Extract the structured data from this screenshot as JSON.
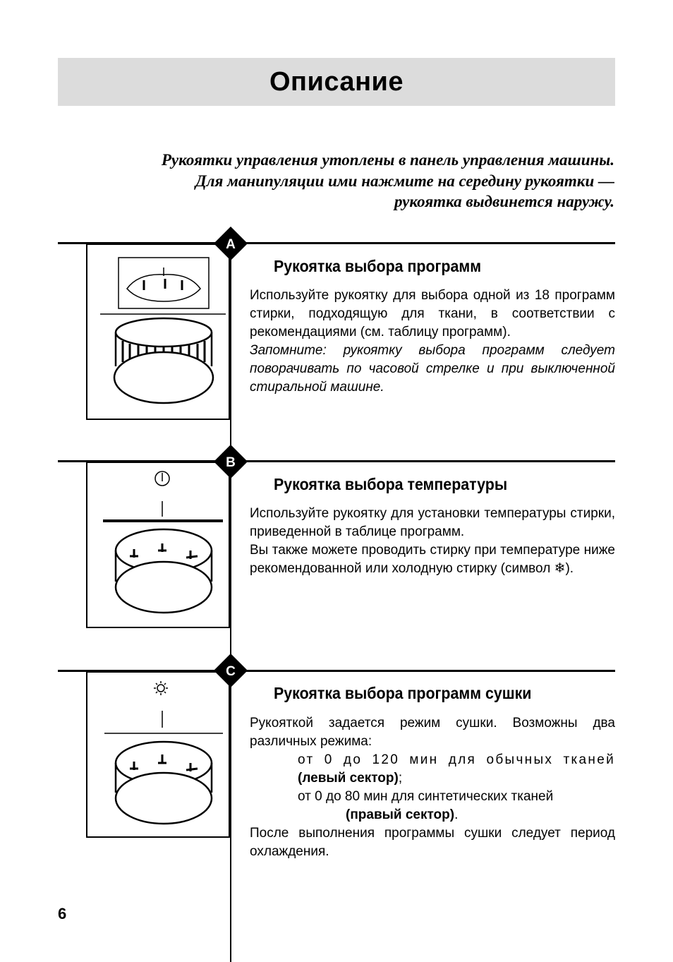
{
  "page": {
    "title": "Описание",
    "number": "6"
  },
  "intro": {
    "line1": "Рукоятки управления утоплены в панель управления машины.",
    "line2": "Для манипуляции ими нажмите на середину рукоятки —",
    "line3": "рукоятка выдвинется наружу."
  },
  "sections": [
    {
      "marker": "A",
      "heading": "Рукоятка выбора программ",
      "text": "Используйте рукоятку для выбора одной из 18 программ стирки, подходящую для ткани, в соответствии с рекомендациями (см. таблицу программ).",
      "note": "Запомните: рукоятку выбора программ следует поворачивать по часовой стрелке и при выключенной стиральной машине."
    },
    {
      "marker": "B",
      "heading": "Рукоятка выбора температуры",
      "text1": "Используйте рукоятку для установки температуры стирки, приведенной в таблице программ.",
      "text2": "Вы также можете проводить стирку при температуре ниже рекомендованной или холодную стирку (символ ❄).",
      "icon": "power-symbol-icon"
    },
    {
      "marker": "C",
      "heading": "Рукоятка выбора программ сушки",
      "text1": "Рукояткой задается режим сушки. Возможны два различных режима:",
      "mode1_range": "от 0 до 120 мин для обычных тканей",
      "mode1_sector": "(левый сектор)",
      "mode1_end": ";",
      "mode2_range": "от 0 до 80 мин для синтетических тканей",
      "mode2_sector": "(правый сектор)",
      "mode2_end": ".",
      "text2": "После выполнения программы сушки следует период охлаждения.",
      "icon": "sun-icon"
    }
  ]
}
